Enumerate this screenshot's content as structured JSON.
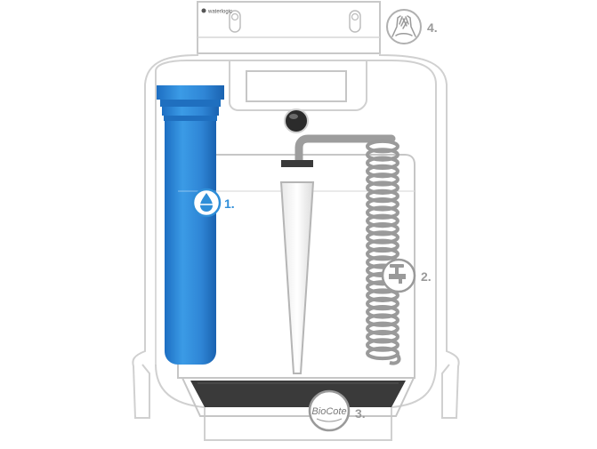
{
  "brand": {
    "text": "waterlogic"
  },
  "callouts": [
    {
      "num": "1.",
      "icon": "water-drop-icon",
      "color": "#2f8ed8"
    },
    {
      "num": "2.",
      "icon": "tap-icon",
      "color": "#9a9a9a"
    },
    {
      "num": "3.",
      "icon": "biocote-badge",
      "badge_text": "BioCote",
      "color": "#9a9a9a"
    },
    {
      "num": "4.",
      "icon": "hands-icon",
      "color": "#9a9a9a"
    }
  ],
  "colors": {
    "outline": "#d0d0d0",
    "outline_dark": "#b5b5b5",
    "filter_blue": "#2f8ed8",
    "filter_blue_dark": "#1f6fbf",
    "tray": "#3a3a3a",
    "coil": "#9a9a9a"
  }
}
